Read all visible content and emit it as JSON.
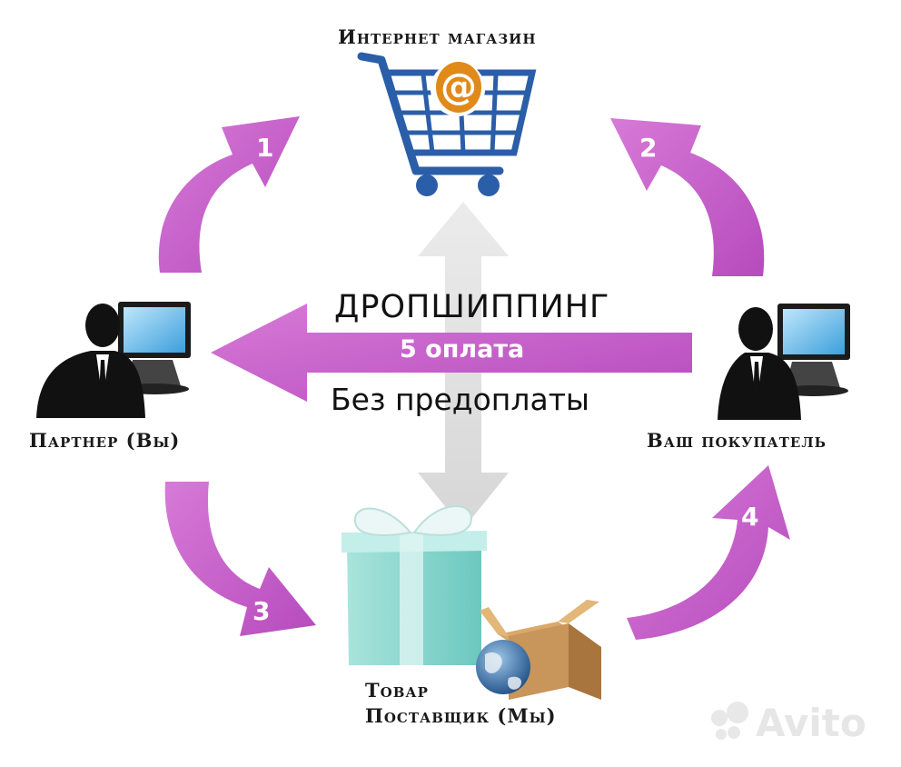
{
  "diagram": {
    "shop_title": "Интернет магазин",
    "center_title": "ДРОПШИППИНГ",
    "payment_label": "5 оплата",
    "prepay_label": "Без предоплаты",
    "partner_label": "Партнер (Вы)",
    "buyer_label": "Ваш покупатель",
    "goods_line1": "Товар",
    "goods_line2": "Поставщик (Мы)",
    "steps": [
      "1",
      "2",
      "3",
      "4"
    ],
    "shop_icon_symbol": "@"
  },
  "watermark": {
    "text": "Avito"
  },
  "colors": {
    "arrow": "#c85ac8",
    "cart": "#2b5ea8",
    "at_sign": "#e08a1a",
    "silhouette": "#111111",
    "monitor_screen": "#6ec3ee",
    "gift_box": "#8ed8d0",
    "cardboard_box": "#c8955a"
  }
}
